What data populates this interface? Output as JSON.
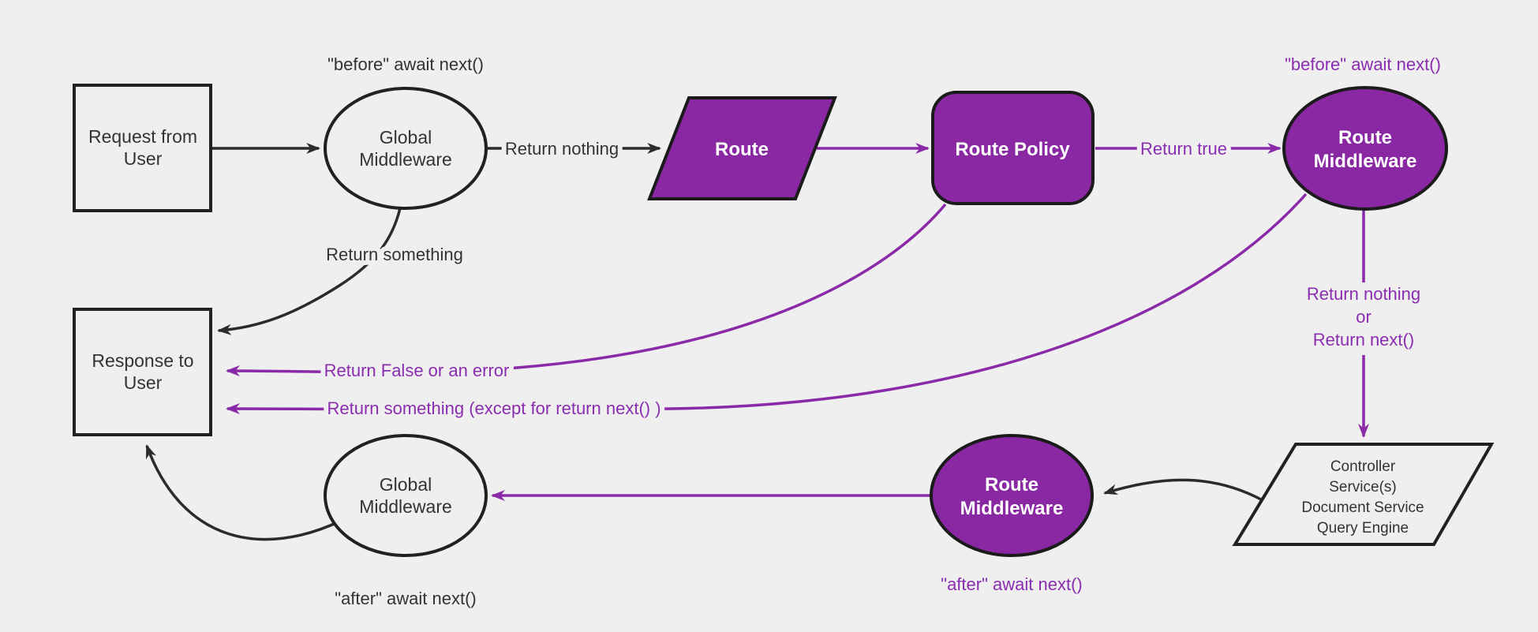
{
  "diagram": {
    "description": "Request lifecycle middleware flowchart",
    "colors": {
      "background": "#efefef",
      "node_fill_light": "#efefef",
      "node_fill_purple": "#8a28a4",
      "stroke_black": "#212121",
      "stroke_purple": "#8b2aa8",
      "text_dark": "#333333",
      "text_purple": "#8b2db0",
      "text_white": "#ffffff"
    },
    "nodes": {
      "request": {
        "line1": "Request from",
        "line2": "User"
      },
      "global_middleware_top": {
        "line1": "Global",
        "line2": "Middleware"
      },
      "route": {
        "label": "Route"
      },
      "route_policy": {
        "label": "Route Policy"
      },
      "route_middleware_top": {
        "line1": "Route",
        "line2": "Middleware"
      },
      "controller": {
        "line1": "Controller",
        "line2": "Service(s)",
        "line3": "Document Service",
        "line4": "Query Engine"
      },
      "route_middleware_bottom": {
        "line1": "Route",
        "line2": "Middleware"
      },
      "global_middleware_bottom": {
        "line1": "Global",
        "line2": "Middleware"
      },
      "response": {
        "line1": "Response to",
        "line2": "User"
      }
    },
    "labels": {
      "before_await_top_left": "\"before\" await next()",
      "before_await_top_right": "\"before\" await next()",
      "return_nothing": "Return nothing",
      "return_something": "Return something",
      "return_true": "Return true",
      "return_nothing_or_line1": "Return nothing",
      "return_nothing_or_line2": "or",
      "return_nothing_or_line3": "Return next()",
      "return_false_or_error": "Return False or an error",
      "return_something_except": "Return something (except for return next() )",
      "after_await_bottom_left": "\"after\" await next()",
      "after_await_bottom_middle": "\"after\" await next()"
    }
  }
}
